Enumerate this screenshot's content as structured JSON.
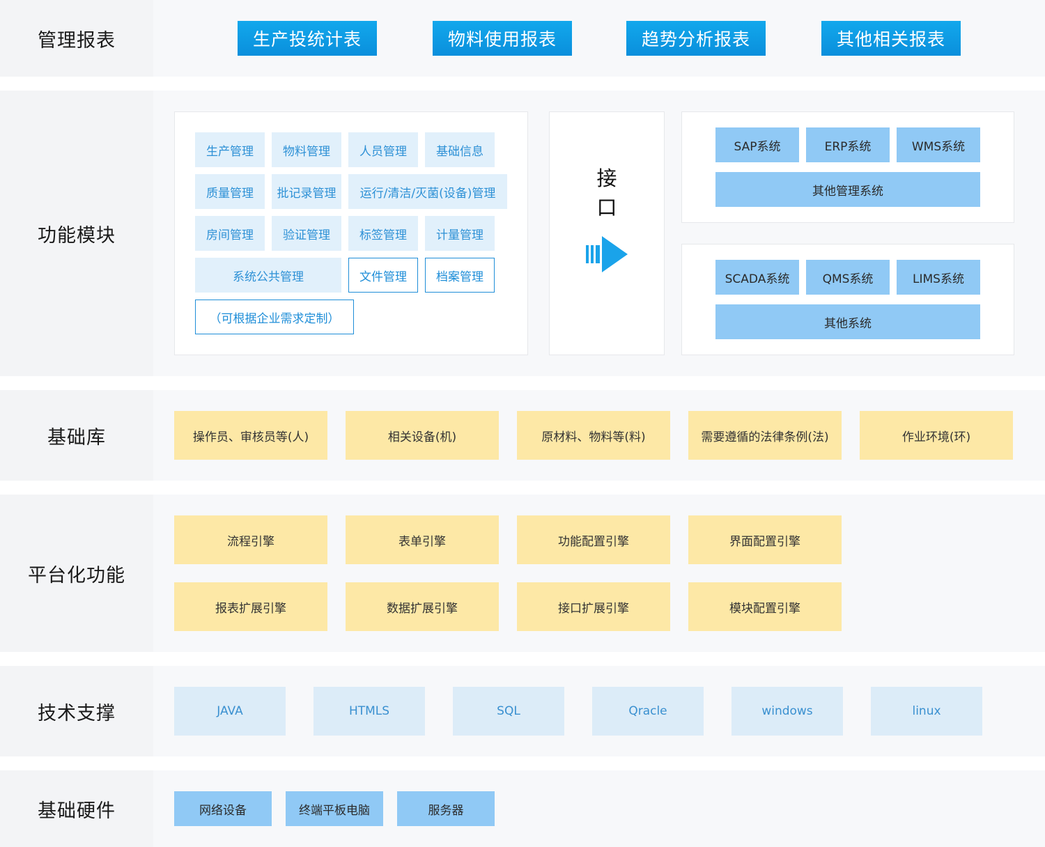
{
  "rows": {
    "reports": {
      "label": "管理报表",
      "buttons": [
        "生产投统计表",
        "物料使用报表",
        "趋势分析报表",
        "其他相关报表"
      ]
    },
    "modules": {
      "label": "功能模块",
      "items": [
        "生产管理",
        "物料管理",
        "人员管理",
        "基础信息",
        "质量管理",
        "批记录管理",
        "运行/清洁/灭菌(设备)管理",
        "房间管理",
        "验证管理",
        "标签管理",
        "计量管理",
        "系统公共管理",
        "文件管理",
        "档案管理",
        "（可根据企业需求定制）"
      ],
      "interface_chars": [
        "接",
        "口"
      ],
      "systems_top": [
        "SAP系统",
        "ERP系统",
        "WMS系统",
        "其他管理系统"
      ],
      "systems_bottom": [
        "SCADA系统",
        "QMS系统",
        "LIMS系统",
        "其他系统"
      ]
    },
    "base_library": {
      "label": "基础库",
      "items": [
        "操作员、审核员等(人)",
        "相关设备(机)",
        "原材料、物料等(料)",
        "需要遵循的法律条例(法)",
        "作业环境(环)"
      ]
    },
    "platform": {
      "label": "平台化功能",
      "items": [
        "流程引擎",
        "表单引擎",
        "功能配置引擎",
        "界面配置引擎",
        "报表扩展引擎",
        "数据扩展引擎",
        "接口扩展引擎",
        "模块配置引擎"
      ]
    },
    "tech": {
      "label": "技术支撑",
      "items": [
        "JAVA",
        "HTMLS",
        "SQL",
        "Qracle",
        "windows",
        "linux"
      ]
    },
    "hardware": {
      "label": "基础硬件",
      "items": [
        "网络设备",
        "终端平板电脑",
        "服务器"
      ]
    }
  },
  "colors": {
    "report_button": "#0a9be3",
    "module_chip": "#e1f0fb",
    "module_text": "#2e91d6",
    "system_box": "#90c9f5",
    "yellow_box": "#fde8a6",
    "tech_box": "#dcecf8",
    "arrow": "#1aa3ea"
  }
}
